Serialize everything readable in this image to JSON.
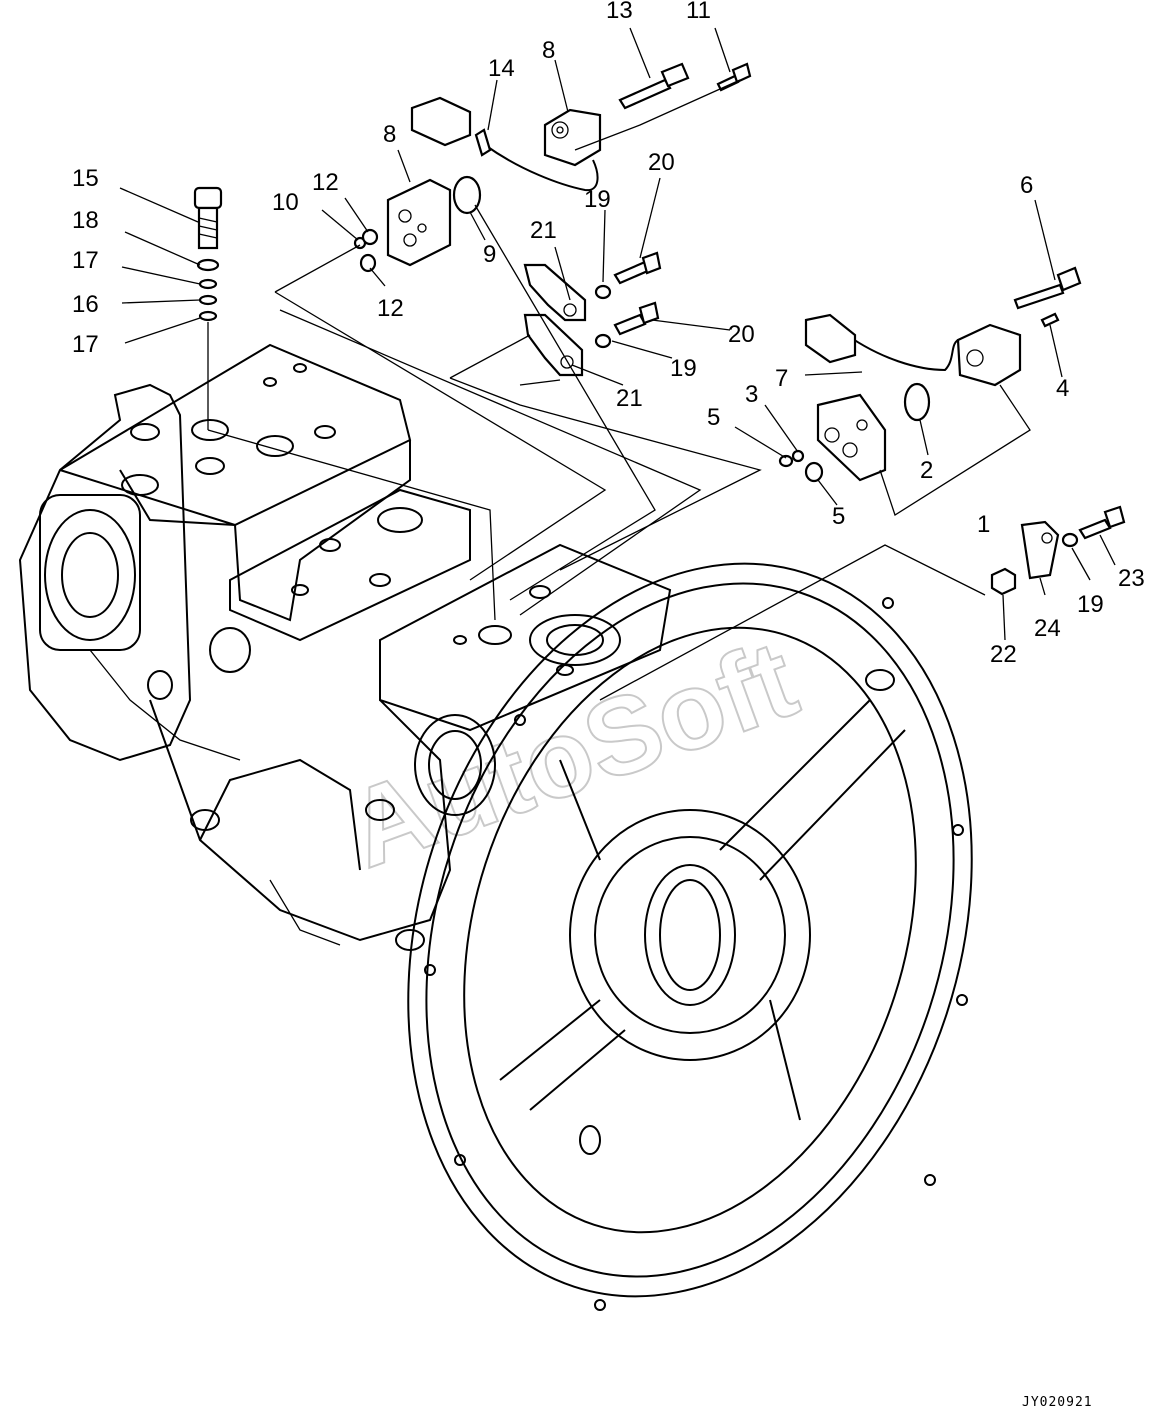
{
  "diagram": {
    "drawing_code": "JY020921",
    "watermark": "AutoSoft",
    "callouts": [
      "13",
      "11",
      "8",
      "14",
      "8",
      "20",
      "15",
      "18",
      "17",
      "16",
      "17",
      "12",
      "10",
      "12",
      "9",
      "19",
      "21",
      "20",
      "19",
      "21",
      "6",
      "7",
      "4",
      "5",
      "3",
      "2",
      "5",
      "1",
      "24",
      "19",
      "23",
      "22"
    ]
  }
}
